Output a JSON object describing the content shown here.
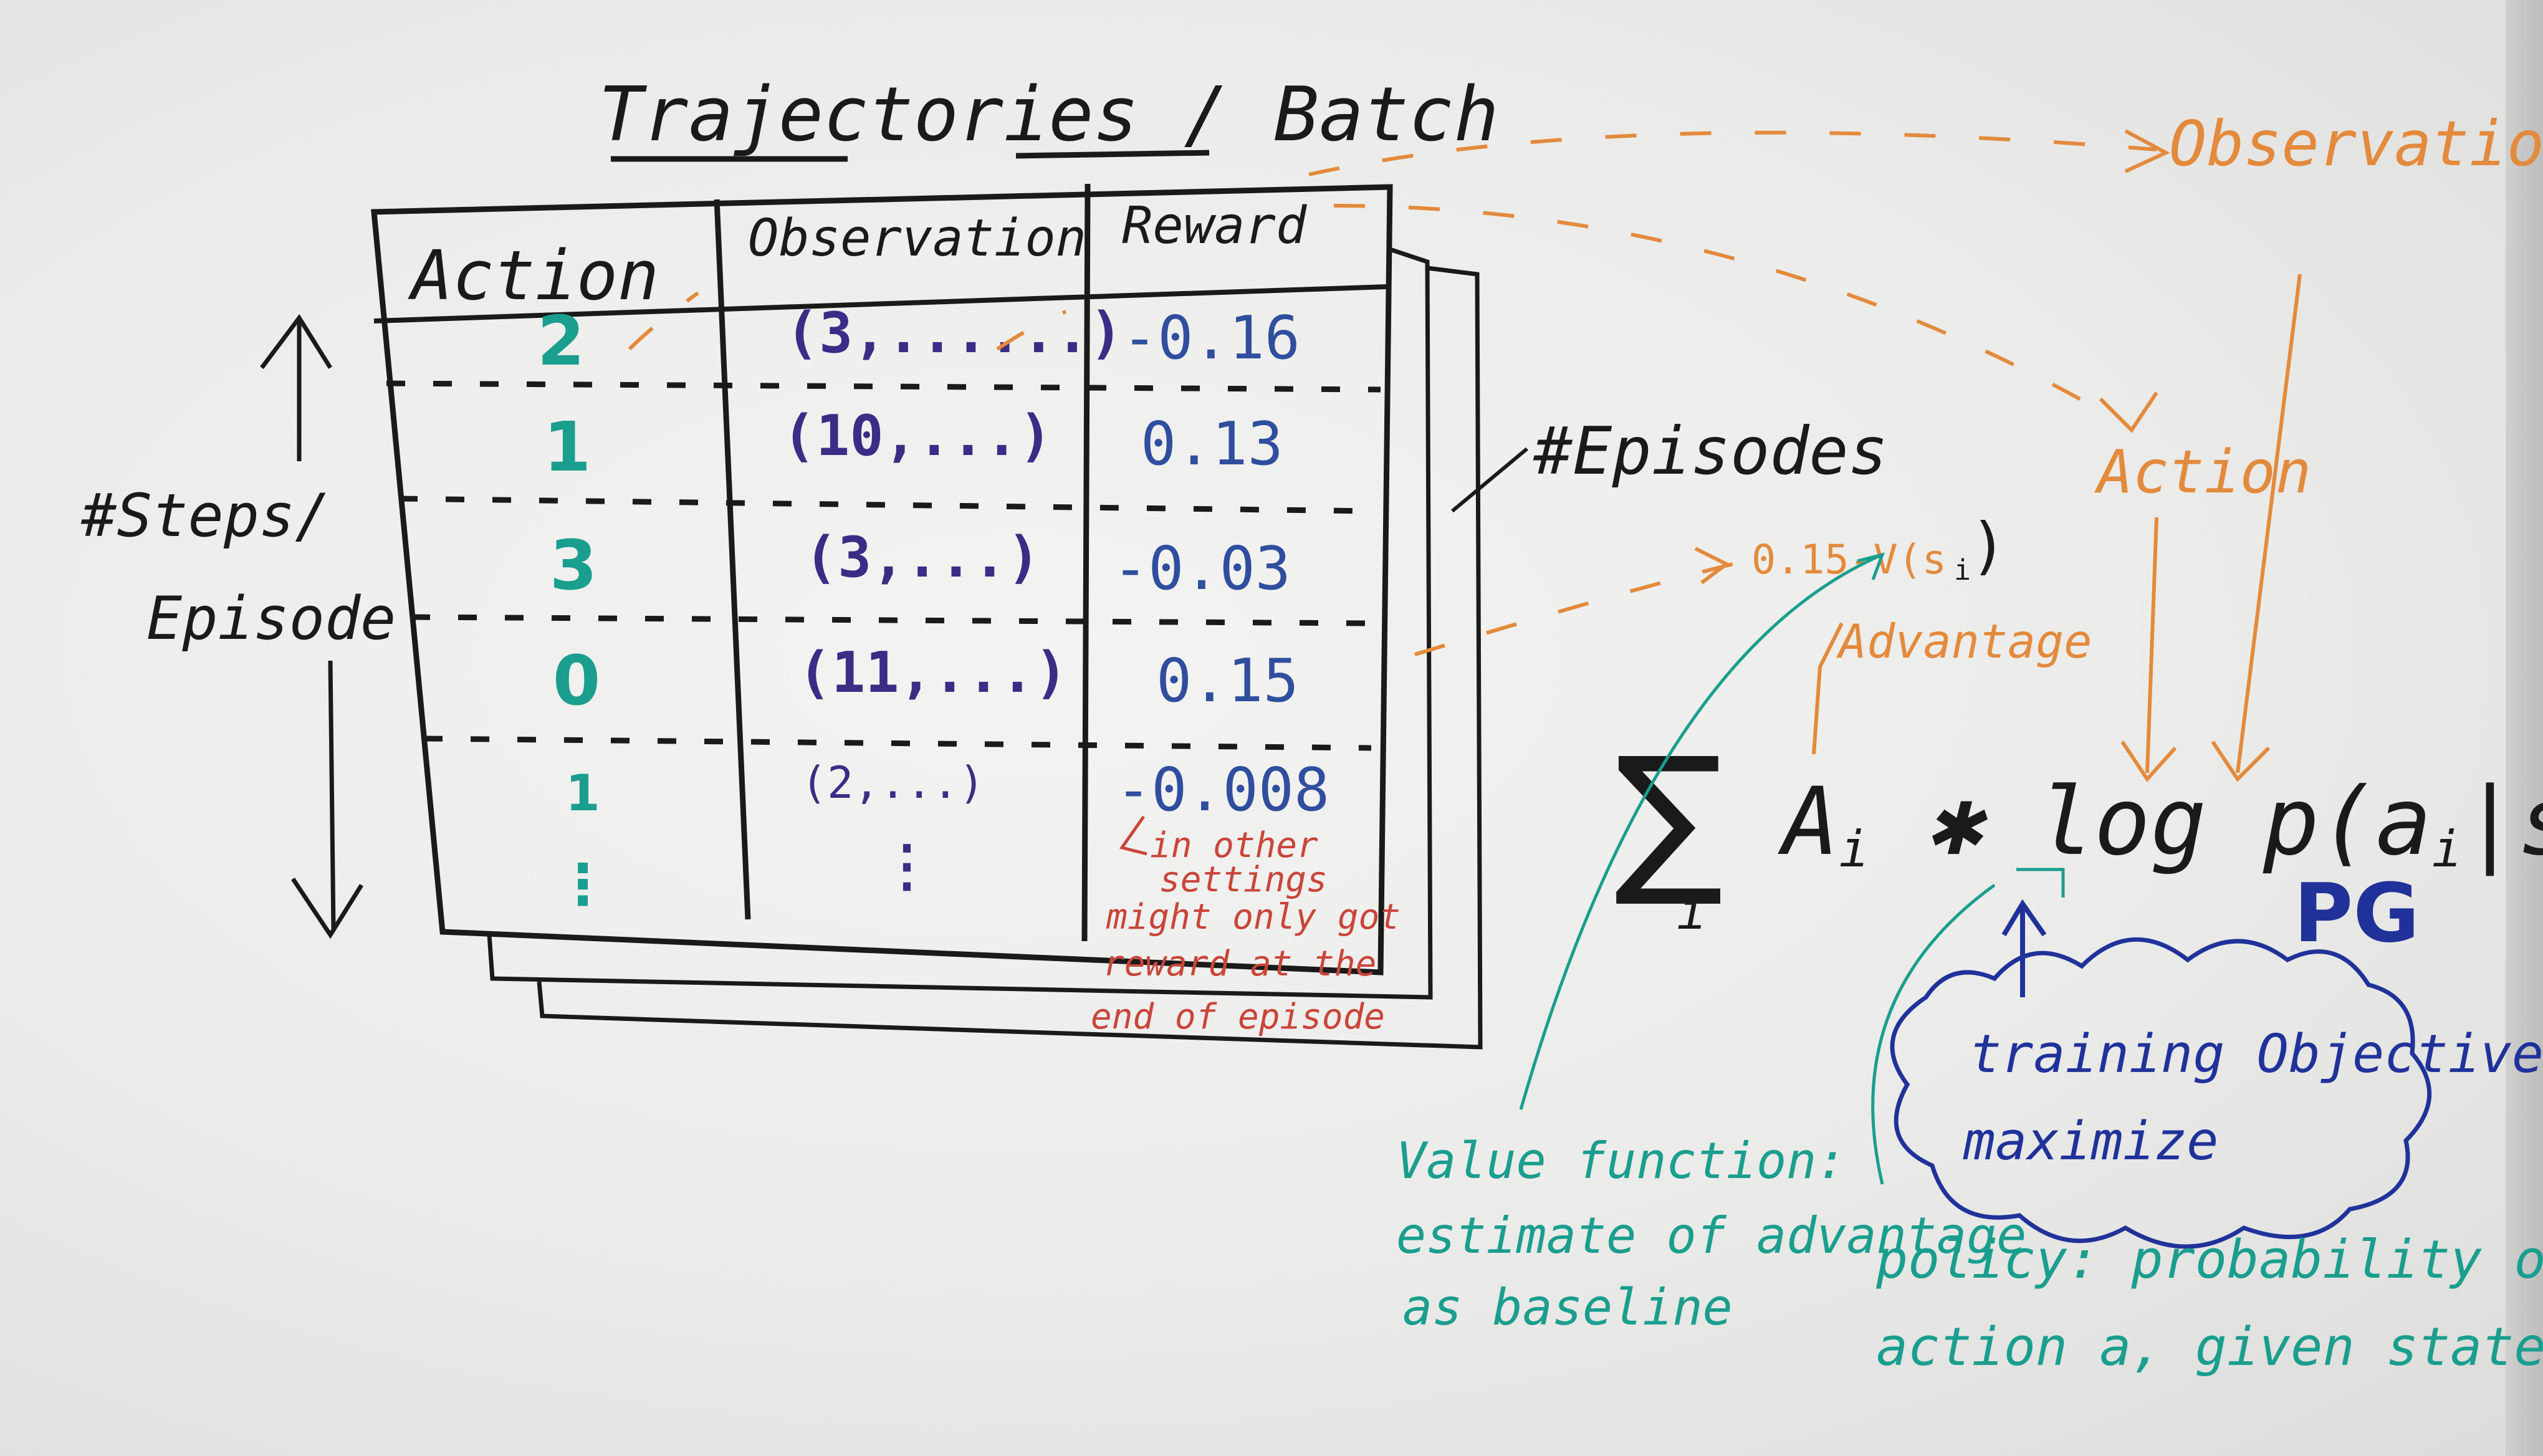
{
  "colors": {
    "black": "#1a1a1a",
    "teal": "#1a9e8e",
    "purple": "#3a2d86",
    "blue_ink": "#2f4e9e",
    "orange": "#e38a3c",
    "red": "#c9453a",
    "navy": "#20329a"
  },
  "title": "Trajectories / Batch",
  "table": {
    "headers": [
      "Action",
      "Observation",
      "Reward"
    ],
    "rows": [
      {
        "action": "2",
        "observation": "(3,......)",
        "reward": "-0.16"
      },
      {
        "action": "1",
        "observation": "(10,...)",
        "reward": "0.13"
      },
      {
        "action": "3",
        "observation": "(3,...)",
        "reward": "-0.03"
      },
      {
        "action": "0",
        "observation": "(11,...)",
        "reward": "0.15"
      },
      {
        "action": "1",
        "observation": "(2,...)",
        "reward": "-0.008"
      }
    ],
    "ellipsis": "⋮"
  },
  "side_labels": {
    "steps": "#Steps/",
    "episode": "Episode",
    "episodes": "#Episodes"
  },
  "reward_note": {
    "line1": "in other",
    "line2": "settings",
    "line3": "might only got",
    "line4": "reward at the",
    "line5": "end of episode"
  },
  "diagram": {
    "observation": "Observation",
    "action": "Action",
    "value_term": "0.15-V(s",
    "value_sub": "i",
    "value_close": ")",
    "advantage": "Advantage",
    "formula_sum": "∑",
    "formula_i": "i",
    "formula_body": "A",
    "formula_rest": " ✱ log p(a",
    "formula_sep": "|s",
    "formula_close": ")",
    "pg": "PG",
    "cloud_line1": "training Objective",
    "cloud_line2": "maximize"
  },
  "notes": {
    "value_fn_1": "Value function:",
    "value_fn_2": "estimate of advantage",
    "value_fn_3": "as baseline",
    "policy_1": "policy: probability of",
    "policy_2": "action a, given state s"
  }
}
